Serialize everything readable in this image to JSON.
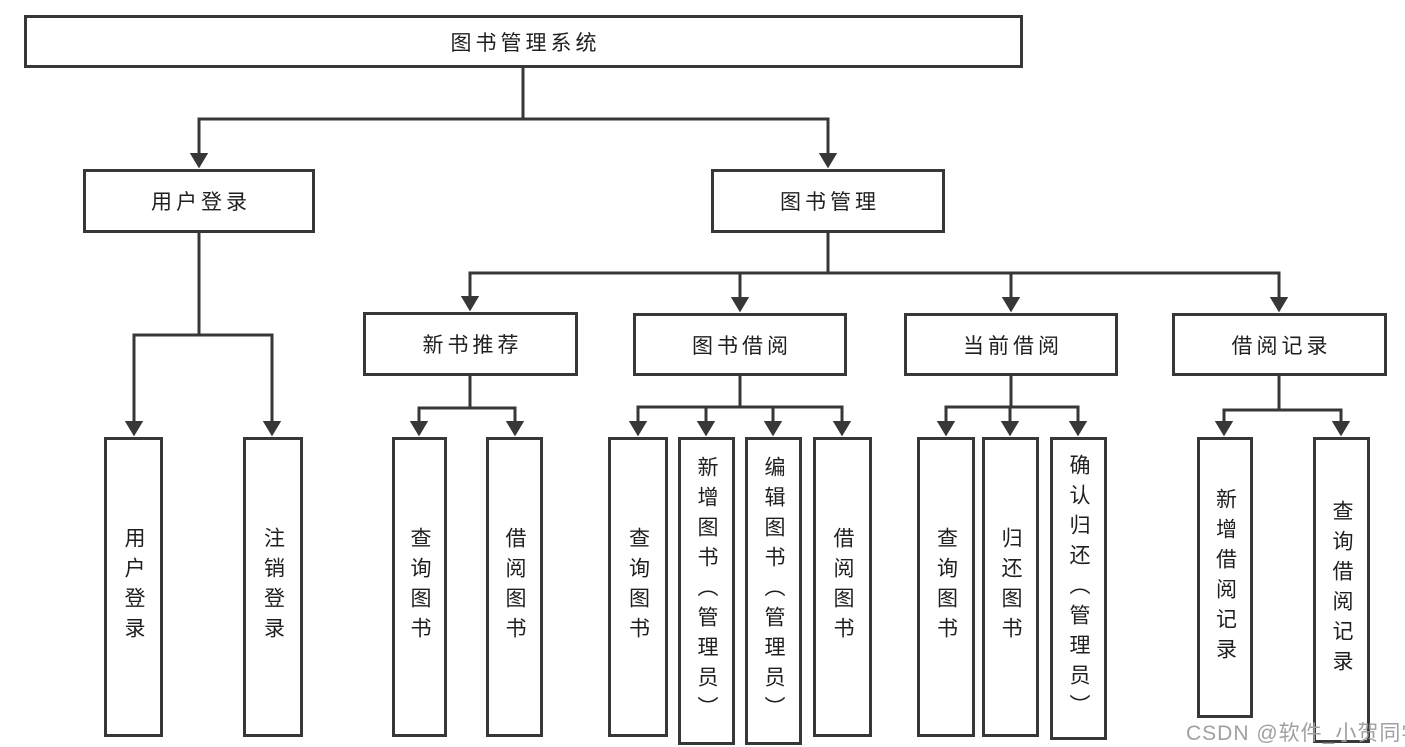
{
  "diagram": {
    "title": "图书管理系统",
    "root": {
      "label": "图书管理系统"
    },
    "branches": [
      {
        "label": "用户登录",
        "leaves": [
          "用户登录",
          "注销登录"
        ]
      },
      {
        "label": "图书管理",
        "groups": [
          {
            "label": "新书推荐",
            "leaves": [
              "查询图书",
              "借阅图书"
            ]
          },
          {
            "label": "图书借阅",
            "leaves": [
              "查询图书",
              "新增图书（管理员）",
              "编辑图书（管理员）",
              "借阅图书"
            ]
          },
          {
            "label": "当前借阅",
            "leaves": [
              "查询图书",
              "归还图书",
              "确认归还（管理员）"
            ]
          },
          {
            "label": "借阅记录",
            "leaves": [
              "新增借阅记录",
              "查询借阅记录"
            ]
          }
        ]
      }
    ]
  },
  "watermark": {
    "text": "CSDN @软件_小贺同学",
    "color": "#a0a0a0"
  },
  "colors": {
    "line": "#373737",
    "node_border": "#373737",
    "node_fill": "#ffffff",
    "text": "#1f1f1f",
    "background": "#ffffff"
  }
}
